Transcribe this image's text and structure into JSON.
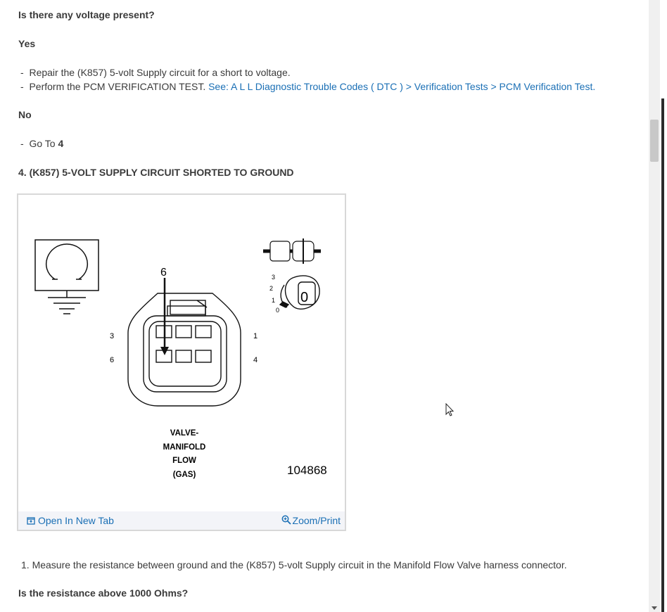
{
  "q1": "Is there any voltage present?",
  "yes_label": "Yes",
  "yes_items": [
    "Repair the (K857) 5-volt Supply circuit for a short to voltage.",
    "Perform the PCM VERIFICATION TEST."
  ],
  "yes_link": "See: A L L Diagnostic Trouble Codes ( DTC ) > Verification Tests > PCM Verification Test",
  "no_label": "No",
  "no_item_prefix": "Go To",
  "no_item_step": "4",
  "step4_heading": "4. (K857) 5-VOLT SUPPLY CIRCUIT SHORTED TO GROUND",
  "figure": {
    "pin_callout": "6",
    "pin_labels": {
      "p3": "3",
      "p6": "6",
      "p1": "1",
      "p4": "4"
    },
    "key_positions": {
      "k3": "3",
      "k2": "2",
      "k1": "1",
      "k0": "0"
    },
    "key_value": "0",
    "caption_lines": [
      "VALVE-",
      "MANIFOLD",
      "FLOW",
      "(GAS)"
    ],
    "figure_number": "104868",
    "open_tab": "Open In New Tab",
    "zoom_print": "Zoom/Print"
  },
  "step_text": "1. Measure the resistance between ground and the (K857) 5-volt Supply circuit in the Manifold Flow Valve harness connector.",
  "q2": "Is the resistance above 1000 Ohms?"
}
